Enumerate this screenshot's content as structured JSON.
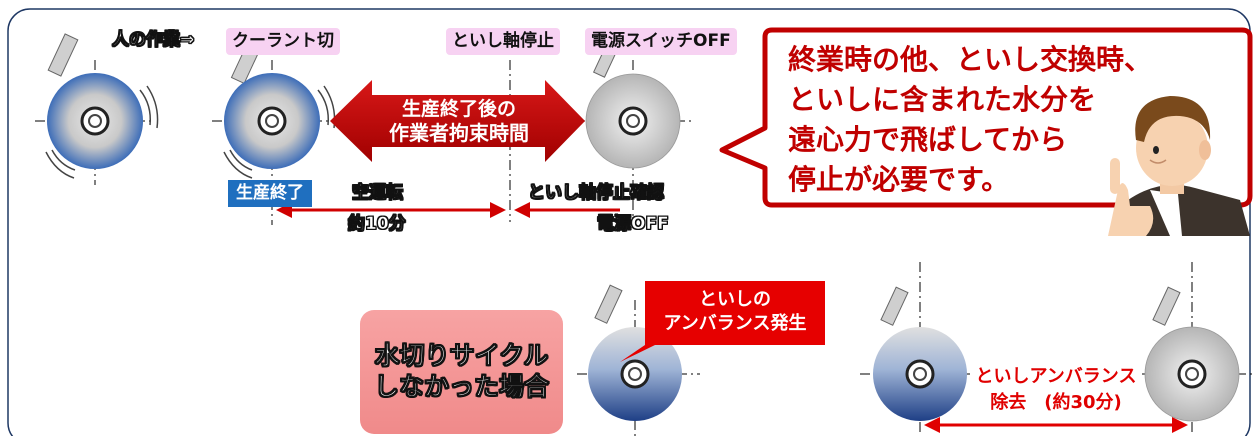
{
  "colors": {
    "accent_red": "#c00000",
    "label_pink": "#f7d2f2",
    "badge_blue": "#1f6fbf",
    "frame_blue": "#1f3864"
  },
  "top": {
    "human_work_label": "人の作業⇒",
    "coolant_off": "クーラント切",
    "spindle_stop": "といし軸停止",
    "power_off_label": "電源スイッチOFF",
    "big_arrow_line1": "生産終了後の",
    "big_arrow_line2": "作業者拘束時間",
    "production_end": "生産終了",
    "idle_label": "空運転",
    "idle_time": "約10分",
    "confirm_label": "といし軸停止確認",
    "power_off_small": "電源OFF"
  },
  "speech": {
    "line1": "終業時の他、といし交換時、",
    "line2": "といしに含まれた水分を",
    "line3": "遠心力で飛ばしてから",
    "line4": "停止が必要です。"
  },
  "bottom": {
    "no_cycle_line1": "水切りサイクル",
    "no_cycle_line2": "しなかった場合",
    "unbalance_line1": "といしの",
    "unbalance_line2": "アンバランス発生",
    "removal_line1": "といしアンバランス",
    "removal_line2": "除去　(約30分)"
  }
}
